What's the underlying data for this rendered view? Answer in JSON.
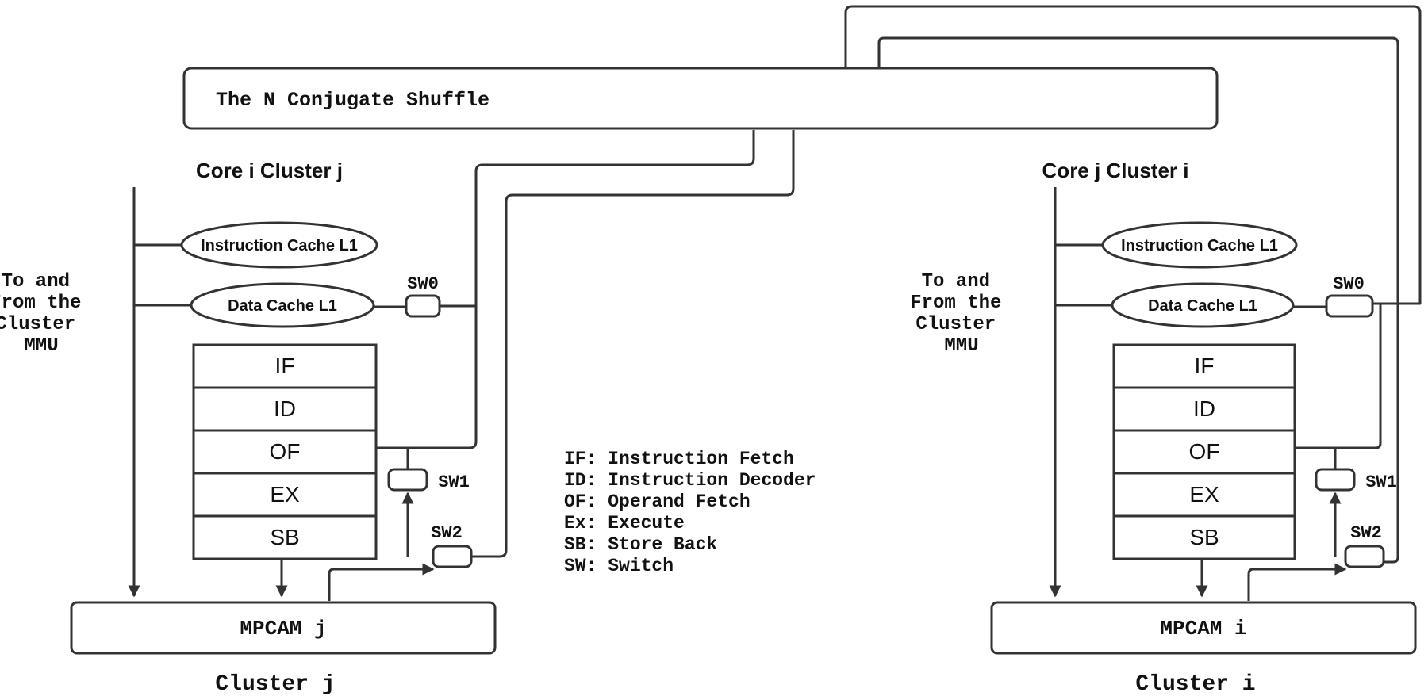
{
  "shuffle": {
    "label": "The N Conjugate Shuffle"
  },
  "legend": [
    "IF: Instruction Fetch",
    "ID: Instruction Decoder",
    "OF: Operand Fetch",
    "Ex: Execute",
    "SB: Store Back",
    "SW: Switch"
  ],
  "left": {
    "core_title": "Core i Cluster j",
    "mmu_lines": [
      "To and",
      "From the",
      "Cluster",
      "MMU"
    ],
    "icache": "Instruction Cache L1",
    "dcache": "Data Cache L1",
    "stages": [
      "IF",
      "ID",
      "OF",
      "EX",
      "SB"
    ],
    "sw0": "SW0",
    "sw1": "SW1",
    "sw2": "SW2",
    "mpcam": "MPCAM j",
    "cluster": "Cluster j"
  },
  "right": {
    "core_title": "Core j Cluster i",
    "mmu_lines": [
      "To and",
      "From the",
      "Cluster",
      "MMU"
    ],
    "icache": "Instruction Cache L1",
    "dcache": "Data Cache L1",
    "stages": [
      "IF",
      "ID",
      "OF",
      "EX",
      "SB"
    ],
    "sw0": "SW0",
    "sw1": "SW1",
    "sw2": "SW2",
    "mpcam": "MPCAM i",
    "cluster": "Cluster i"
  }
}
